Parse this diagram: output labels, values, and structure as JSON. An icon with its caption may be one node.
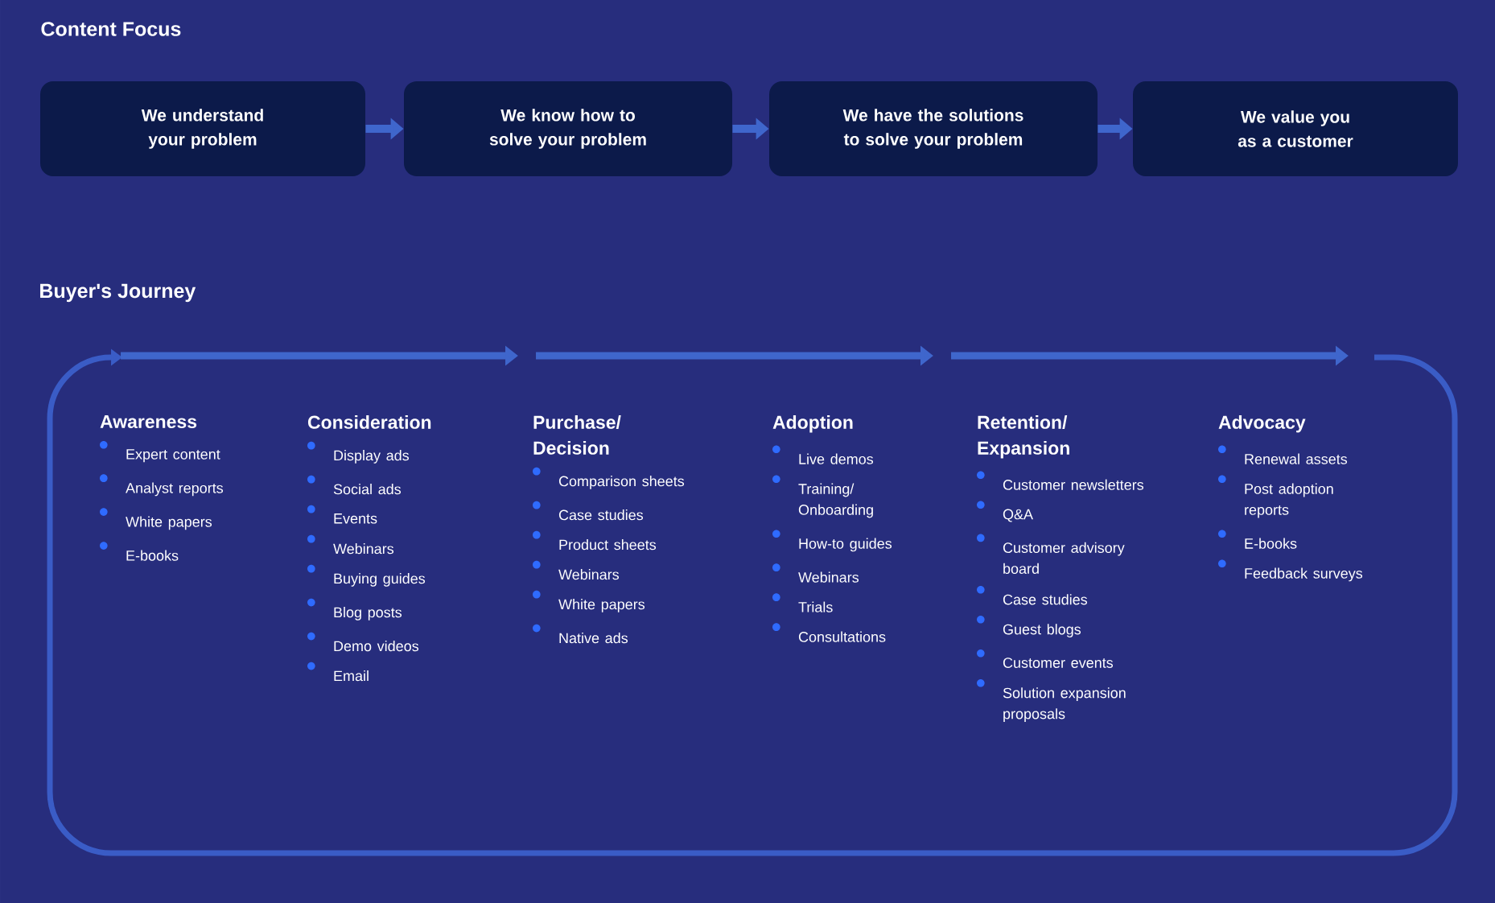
{
  "diagram": {
    "title": "Content Focus",
    "nodes": [
      {
        "text": [
          "We understand your problem"
        ]
      },
      {
        "text": [
          "We know how to solve your problem"
        ]
      },
      {
        "text": [
          "We have the solutions to solve your problem"
        ]
      },
      {
        "text": [
          "We value you as a customer"
        ]
      },
      {
        "text": [
          "Buyer's Journey"
        ]
      },
      {
        "text": [
          "Awareness",
          "Expert content",
          "Analyst reports",
          "White papers",
          "E-books"
        ],
        "in": 4
      },
      {
        "text": [
          "Consideration",
          "Display ads",
          "Social ads",
          "Events",
          "Webinars",
          "Buying guides",
          "Blog posts",
          "Demo videos",
          "Email"
        ],
        "in": 4
      },
      {
        "text": [
          "Purchase/ Decision",
          "Comparison sheets",
          "Case studies",
          "Product sheets",
          "Webinars",
          "White papers",
          "Native ads"
        ],
        "in": 4
      },
      {
        "text": [
          "Adoption",
          "Live demos",
          "Training/ Onboarding",
          "How-to guides",
          "Webinars",
          "Trials",
          "Consultations"
        ],
        "in": 4
      },
      {
        "text": [
          "Retention/ Expansion",
          "Customer newsletters",
          "Q&A",
          "Customer advisory board",
          "Case studies",
          "Guest blogs",
          "Customer events",
          "Solution expansion proposals"
        ],
        "in": 4
      },
      {
        "text": [
          "Advocacy",
          "Renewal assets",
          "Post adoption reports",
          "E-books",
          "Feedback surveys"
        ],
        "in": 4
      }
    ],
    "edges": [
      {
        "from": 0,
        "to": 1,
        "arrow": "to"
      },
      {
        "from": 1,
        "to": 2,
        "arrow": "to"
      },
      {
        "from": 2,
        "to": 3,
        "arrow": "to"
      }
    ]
  }
}
